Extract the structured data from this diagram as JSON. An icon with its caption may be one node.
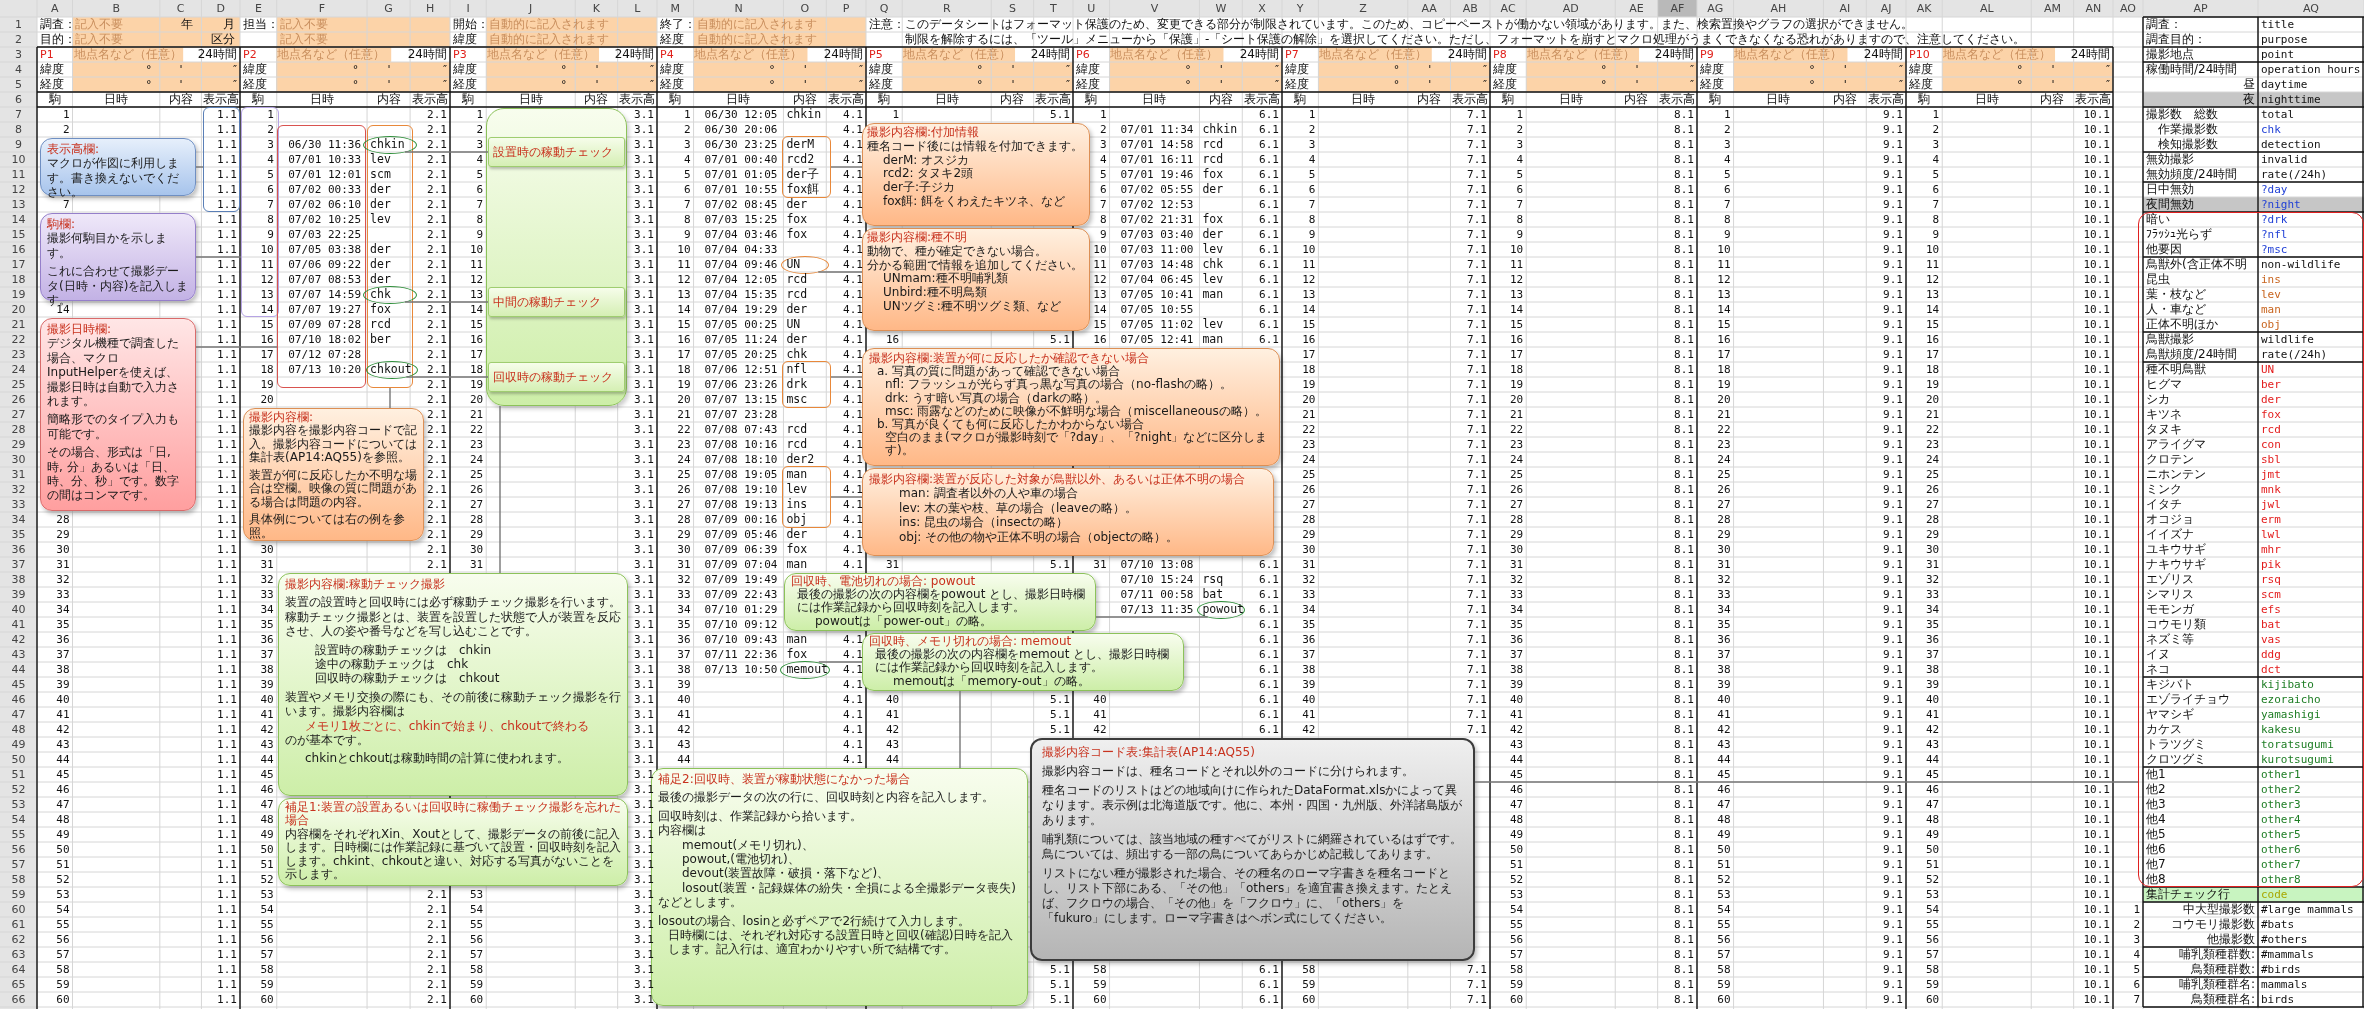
{
  "diagram": {
    "nodes": [
      {
        "text": [
          "表示高欄:",
          "マクロが作図に利用します。書き換えないでください。"
        ]
      },
      {
        "text": [],
        "shape": "box"
      },
      {
        "text": [
          "駒欄:",
          "撮影何駒目かを示します。",
          "これに合わせて撮影データ(日時・内容)を記入します。"
        ]
      },
      {
        "text": [],
        "shape": "box"
      },
      {
        "text": [
          "撮影日時欄:",
          "デジタル機種で調査した場合、マクロInputHelperを使えば、撮影日時は自動で入力されます。",
          "簡略形でのタイプ入力も可能です。",
          "その場合、形式は「日, 時, 分」あるいは「日、時、分、秒」です。数字の間はコンマです。"
        ]
      },
      {
        "text": [],
        "shape": "box"
      },
      {
        "text": [
          "撮影内容欄:",
          "撮影内容を撮影内容コードで記入。撮影内容コードについては集計表(AP14:AQ55)を参照。",
          "装置が何に反応したか不明な場合は空欄。映像の質に問題がある場合は問題の内容。",
          "具体例については右の例を参照。"
        ]
      },
      {
        "text": [],
        "shape": "box"
      },
      {
        "text": [],
        "shape": "circle"
      },
      {
        "text": [],
        "shape": "circle"
      },
      {
        "text": [],
        "shape": "circle"
      },
      {
        "text": [],
        "shape": "box"
      },
      {
        "text": [
          "設置時の稼動チェック"
        ],
        "in": 11
      },
      {
        "text": [
          "中間の稼動チェック"
        ],
        "in": 11
      },
      {
        "text": [
          "回収時の稼動チェック"
        ],
        "in": 11
      },
      {
        "text": [
          "撮影内容欄:稼動チェック撮影",
          "装置の設置時と回収時には必ず稼動チェック撮影を行います。稼動チェック撮影とは、装置を設置した状態で人が装置を反応させ、人の姿や番号などを写し込むことです。",
          "設置時の稼動チェックは　chkin",
          "途中の稼動チェックは　chk",
          "回収時の稼動チェックは　chkout",
          "装置やメモリ交換の際にも、その前後に稼動チェック撮影を行います。撮影内容欄は",
          "メモリ1枚ごとに、chkinで始まり、chkoutで終わる",
          "のが基本です。",
          "chkinとchkoutは稼動時間の計算に使われます。"
        ]
      },
      {
        "text": [
          "補足1:装置の設置あるいは回収時に稼働チェック撮影を忘れた場合",
          "内容欄をそれぞれXin、Xoutとして、撮影データの前後に記入します。日時欄には作業記録に基づいて設置・回収時刻を記入します。chkint、chkoutと違い、対応する写真がないことを示します。"
        ]
      },
      {
        "text": [],
        "shape": "box"
      },
      {
        "text": [],
        "shape": "circle"
      },
      {
        "text": [],
        "shape": "box"
      },
      {
        "text": [],
        "shape": "box"
      },
      {
        "text": [
          "撮影内容欄:付加情報",
          "種名コード後には情報を付加できます。",
          "derM: オスジカ",
          "rcd2: タヌキ2頭",
          "der子:子ジカ",
          "fox餌: 餌をくわえたキツネ、など"
        ]
      },
      {
        "text": [
          "撮影内容欄:種不明",
          "動物で、種が確定できない場合。",
          "分かる範囲で情報を追加してください。",
          "UNmam:種不明哺乳類",
          "Unbird:種不明鳥類",
          "UNツグミ:種不明ツグミ類、など"
        ]
      },
      {
        "text": [
          "撮影内容欄:装置が何に反応したか確認できない場合",
          "a. 写真の質に問題があって確認できない場合",
          "nfl: フラッシュが光らず真っ黒な写真の場合（no-flashの略）。",
          "drk: うす暗い写真の場合（darkの略）。",
          "msc: 雨露などのために映像が不鮮明な場合（miscellaneousの略）。",
          "b. 写真が良くても何に反応したかわからない場合",
          "空白のまま(マクロが撮影時刻で「?day」、「?night」などに区分します)。"
        ]
      },
      {
        "text": [
          "撮影内容欄:装置が反応した対象が鳥獣以外、あるいは正体不明の場合",
          "man: 調査者以外の人や車の場合",
          "lev: 木の葉や枝、草の場合（leaveの略）。",
          "ins: 昆虫の場合（insectの略）",
          "obj: その他の物や正体不明の場合（objectの略）。"
        ]
      },
      {
        "text": [
          "回収時、電池切れの場合: powout",
          "最後の撮影の次の内容欄をpowout とし、撮影日時欄には作業記録から回収時刻を記入します。",
          "powoutは「power-out」の略。"
        ]
      },
      {
        "text": [],
        "shape": "circle"
      },
      {
        "text": [
          "回収時、メモリ切れの場合: memout",
          "最後の撮影の次の内容欄をmemout とし、撮影日時欄には作業記録から回収時刻を記入します。",
          "memoutは「memory-out」の略。"
        ]
      },
      {
        "text": [],
        "shape": "circle"
      },
      {
        "text": [
          "補足2:回収時、装置が稼動状態になかった場合",
          "最後の撮影データの次の行に、回収時刻と内容を記入します。",
          "回収時刻は、作業記録から拾います。",
          "内容欄は",
          "memout(メモリ切れ)、",
          "powout,(電池切れ)、",
          "devout(装置故障・破損・落下など)、",
          "losout(装置・記録媒体の紛失・全損による全撮影データ喪失)",
          "などとします。",
          "losoutの場合、losinと必ずペアで2行続けて入力します。",
          "日時欄には、それぞれ対応する設置日時と回収(確認)日時を記入します。記入行は、適宜わかりやすい所で結構です。"
        ]
      },
      {
        "text": [
          "撮影内容コード表:集計表(AP14:AQ55)",
          "撮影内容コードは、種名コードとそれ以外のコードに分けられます。",
          "種名コードのリストはどの地域向けに作られたDataFormat.xlsかによって異なります。表示例は北海道版です。他に、本州・四国・九州版、外洋諸島版があります。",
          "哺乳類については、該当地域の種すべてがリストに網羅されているはずです。鳥については、頻出する一部の鳥についてあらかじめ記載してあります。",
          "リストにない種が撮影された場合、その種名のローマ字書きを種名コードとし、リスト下部にある、「その他」「others」を適宜書き換えます。たとえば、フクロウの場合、「その他」を「フクロウ」に、「others」を「fukuro」にします。ローマ字書きはヘボン式にしてください。"
        ]
      },
      {
        "text": [],
        "shape": "box"
      }
    ],
    "edges": [
      {
        "from": 0,
        "to": 1,
        "arrow": "none"
      },
      {
        "from": 2,
        "to": 3,
        "arrow": "none"
      },
      {
        "from": 4,
        "to": 5,
        "arrow": "none"
      },
      {
        "from": 6,
        "to": 7,
        "arrow": "none"
      },
      {
        "from": 8,
        "to": 12,
        "arrow": "none"
      },
      {
        "from": 9,
        "to": 13,
        "arrow": "none"
      },
      {
        "from": 10,
        "to": 14,
        "arrow": "none"
      },
      {
        "from": 11,
        "to": 15,
        "arrow": "none"
      },
      {
        "from": 21,
        "to": 17,
        "arrow": "none"
      },
      {
        "from": 22,
        "to": 18,
        "arrow": "none"
      },
      {
        "from": 23,
        "to": 19,
        "arrow": "none"
      },
      {
        "from": 24,
        "to": 20,
        "arrow": "none"
      },
      {
        "from": 25,
        "to": 26,
        "arrow": "none"
      },
      {
        "from": 27,
        "to": 28,
        "arrow": "none"
      },
      {
        "from": 29,
        "to": 27,
        "arrow": "none"
      },
      {
        "from": 30,
        "to": 31,
        "arrow": "none"
      }
    ],
    "labels": [
      "A",
      "B",
      "C",
      "D",
      "E",
      "F",
      "G",
      "H",
      "I",
      "J",
      "K",
      "L",
      "M",
      "N",
      "O",
      "P",
      "Q",
      "R",
      "S",
      "T",
      "U",
      "V",
      "W",
      "X",
      "Y",
      "Z",
      "AA",
      "AB",
      "AC",
      "AD",
      "AE",
      "AF",
      "AG",
      "AH",
      "AI",
      "AJ",
      "AK",
      "AL",
      "AM",
      "AN",
      "AO",
      "AP",
      "AQ",
      "1",
      "調査：",
      "記入不要",
      "年",
      "月",
      "担当：",
      "記入不要",
      "開始：",
      "自動的に記入されます",
      "終了：",
      "自動的に記入されます",
      "注意：",
      "このデータシートはフォーマット保護のため、変更できる部分が制限されています。このため、コピーペーストが働かない領域があります。また、検索置換やグラフの選択ができません。",
      "調査：",
      "title",
      "2",
      "目的：",
      "記入不要",
      "区分",
      "記入不要",
      "緯度",
      "自動的に記入されます",
      "経度",
      "自動的に記入されます",
      "制限を解除するには、「ツール」メニューから「保護」-「シート保護の解除」を選択してください。ただし、フォーマットを崩すとマクロ処理がうまくできなくなる恐れがありますので、注意してください。",
      "調査目的：",
      "purpose",
      "3",
      "P1",
      "地点名など（任意）",
      "24時間",
      "P2",
      "地点名など（任意）",
      "24時間",
      "P3",
      "地点名など（任意）",
      "24時間",
      "P4",
      "地点名など（任意）",
      "24時間",
      "P5",
      "地点名など（任意）",
      "24時間",
      "P6",
      "地点名など（任意）",
      "24時間",
      "P7",
      "地点名など（任意）",
      "24時間",
      "P8",
      "地点名など（任意）",
      "24時間",
      "P9",
      "地点名など（任意）",
      "24時間",
      "P10",
      "地点名など（任意）",
      "24時間",
      "撮影地点",
      "point",
      "4",
      "緯度",
      "°",
      "'",
      "″",
      "緯度",
      "°",
      "'",
      "″",
      "緯度",
      "°",
      "'",
      "″",
      "緯度",
      "°",
      "'",
      "″",
      "緯度",
      "°",
      "'",
      "″",
      "緯度",
      "°",
      "'",
      "″",
      "緯度",
      "°",
      "'",
      "″",
      "緯度",
      "°",
      "'",
      "″",
      "緯度",
      "°",
      "'",
      "″",
      "緯度",
      "°",
      "'",
      "″",
      "稼働時間/24時間",
      "operation hours",
      "5",
      "経度",
      "°",
      "'",
      "″",
      "経度",
      "°",
      "'",
      "″",
      "経度",
      "°",
      "'",
      "″",
      "経度",
      "°",
      "'",
      "″",
      "経度",
      "°",
      "'",
      "″",
      "経度",
      "°",
      "'",
      "″",
      "経度",
      "°",
      "'",
      "″",
      "経度",
      "°",
      "'",
      "″",
      "経度",
      "°",
      "'",
      "″",
      "経度",
      "°",
      "'",
      "″",
      "昼",
      "daytime",
      "6",
      "駒",
      "日時",
      "内容",
      "表示高",
      "駒",
      "日時",
      "内容",
      "表示高",
      "駒",
      "日時",
      "内容",
      "表示高",
      "駒",
      "日時",
      "内容",
      "表示高",
      "駒",
      "日時",
      "内容",
      "表示高",
      "駒",
      "日時",
      "内容",
      "表示高",
      "駒",
      "日時",
      "内容",
      "表示高",
      "駒",
      "日時",
      "内容",
      "表示高",
      "駒",
      "日時",
      "内容",
      "表示高",
      "駒",
      "日時",
      "内容",
      "表示高",
      "夜",
      "nighttime",
      "7",
      "1",
      "1.1",
      "1",
      "2.1",
      "1",
      "3.1",
      "1",
      "06/30 12:05",
      "chkin",
      "4.1",
      "1",
      "5.1",
      "1",
      "6.1",
      "1",
      "7.1",
      "1",
      "8.1",
      "1",
      "9.1",
      "1",
      "10.1",
      "撮影数　総数",
      "total",
      "8",
      "2",
      "1.1",
      "2",
      "2.1",
      "2",
      "3.1",
      "2",
      "06/30 20:06",
      "4.1",
      "2",
      "07/01 11:34",
      "chkin",
      "6.1",
      "2",
      "7.1",
      "2",
      "8.1",
      "2",
      "9.1",
      "2",
      "10.1",
      "作業撮影数",
      "chk",
      "9",
      "1.1",
      "3",
      "06/30 11:36",
      "chkin",
      "2.1",
      "3",
      "3.1",
      "3",
      "06/30 23:25",
      "derM",
      "4.1",
      "3",
      "07/01 14:58",
      "rcd",
      "6.1",
      "3",
      "7.1",
      "3",
      "8.1",
      "3",
      "9.1",
      "3",
      "10.1",
      "検知撮影数",
      "detection",
      "10",
      "1.1",
      "4",
      "07/01 10:33",
      "lev",
      "2.1",
      "4",
      "3.1",
      "4",
      "07/01 00:40",
      "rcd2",
      "4.1",
      "4",
      "07/01 16:11",
      "rcd",
      "6.1",
      "4",
      "7.1",
      "4",
      "8.1",
      "4",
      "9.1",
      "4",
      "10.1",
      "無効撮影",
      "invalid",
      "11",
      "1.1",
      "5",
      "07/01 12:01",
      "scm",
      "2.1",
      "5",
      "3.1",
      "5",
      "07/01 01:05",
      "der子",
      "4.1",
      "5",
      "07/01 19:46",
      "fox",
      "6.1",
      "5",
      "7.1",
      "5",
      "8.1",
      "5",
      "9.1",
      "5",
      "10.1",
      "無効頻度/24時間",
      "rate(/24h)",
      "12",
      "1.1",
      "6",
      "07/02 00:33",
      "der",
      "2.1",
      "6",
      "3.1",
      "6",
      "07/01 10:55",
      "fox餌",
      "4.1",
      "6",
      "07/02 05:55",
      "der",
      "6.1",
      "6",
      "7.1",
      "6",
      "8.1",
      "6",
      "9.1",
      "6",
      "10.1",
      "日中無効",
      "?day",
      "13",
      "7",
      "1.1",
      "7",
      "07/02 06:10",
      "der",
      "2.1",
      "7",
      "3.1",
      "7",
      "07/02 08:45",
      "der",
      "4.1",
      "7",
      "07/02 12:53",
      "6.1",
      "7",
      "7.1",
      "7",
      "8.1",
      "7",
      "9.1",
      "7",
      "10.1",
      "夜間無効",
      "?night",
      "14",
      "1.1",
      "8",
      "07/02 10:25",
      "lev",
      "2.1",
      "8",
      "3.1",
      "8",
      "07/03 15:25",
      "fox",
      "4.1",
      "8",
      "07/02 21:31",
      "fox",
      "6.1",
      "8",
      "7.1",
      "8",
      "8.1",
      "8",
      "9.1",
      "8",
      "10.1",
      "暗い",
      "?drk",
      "15",
      "1.1",
      "9",
      "07/03 22:25",
      "2.1",
      "9",
      "3.1",
      "9",
      "07/04 03:46",
      "fox",
      "4.1",
      "9",
      "07/03 03:40",
      "der",
      "6.1",
      "9",
      "7.1",
      "9",
      "8.1",
      "9",
      "9.1",
      "9",
      "10.1",
      "ﾌﾗｯｼｭ光らず",
      "?nfl",
      "16",
      "1.1",
      "10",
      "07/05 03:38",
      "der",
      "2.1",
      "10",
      "3.1",
      "10",
      "07/04 04:33",
      "4.1",
      "10",
      "07/03 11:00",
      "lev",
      "6.1",
      "10",
      "7.1",
      "10",
      "8.1",
      "10",
      "9.1",
      "10",
      "10.1",
      "他要因",
      "?msc",
      "17",
      "1.1",
      "11",
      "07/06 09:22",
      "der",
      "2.1",
      "11",
      "3.1",
      "11",
      "07/04 09:46",
      "UN",
      "4.1",
      "11",
      "07/03 14:48",
      "chk",
      "6.1",
      "11",
      "7.1",
      "11",
      "8.1",
      "11",
      "9.1",
      "11",
      "10.1",
      "鳥獣外(含正体不明",
      "non-wildlife",
      "18",
      "1.1",
      "12",
      "07/07 08:53",
      "der",
      "2.1",
      "12",
      "3.1",
      "12",
      "07/04 12:05",
      "rcd",
      "4.1",
      "12",
      "07/04 06:45",
      "lev",
      "6.1",
      "12",
      "7.1",
      "12",
      "8.1",
      "12",
      "9.1",
      "12",
      "10.1",
      "昆虫",
      "ins",
      "19",
      "1.1",
      "13",
      "07/07 14:59",
      "chk",
      "2.1",
      "13",
      "3.1",
      "13",
      "07/04 15:35",
      "rcd",
      "4.1",
      "13",
      "07/05 10:41",
      "man",
      "6.1",
      "13",
      "7.1",
      "13",
      "8.1",
      "13",
      "9.1",
      "13",
      "10.1",
      "葉・枝など",
      "lev",
      "20",
      "14",
      "1.1",
      "14",
      "07/07 19:27",
      "fox",
      "2.1",
      "14",
      "3.1",
      "14",
      "07/04 19:29",
      "der",
      "4.1",
      "14",
      "07/05 10:55",
      "6.1",
      "14",
      "7.1",
      "14",
      "8.1",
      "14",
      "9.1",
      "14",
      "10.1",
      "人・車など",
      "man",
      "21",
      "1.1",
      "15",
      "07/09 07:28",
      "rcd",
      "2.1",
      "15",
      "3.1",
      "15",
      "07/05 00:25",
      "UN",
      "4.1",
      "15",
      "07/05 11:02",
      "lev",
      "6.1",
      "15",
      "7.1",
      "15",
      "8.1",
      "15",
      "9.1",
      "15",
      "10.1",
      "正体不明ほか",
      "obj",
      "22",
      "1.1",
      "16",
      "07/10 18:02",
      "ber",
      "2.1",
      "16",
      "3.1",
      "16",
      "07/05 11:24",
      "der",
      "4.1",
      "16",
      "5.1",
      "16",
      "07/05 12:41",
      "man",
      "6.1",
      "16",
      "7.1",
      "16",
      "8.1",
      "16",
      "9.1",
      "16",
      "10.1",
      "鳥獣撮影",
      "wildlife",
      "23",
      "1.1",
      "17",
      "07/12 07:28",
      "2.1",
      "17",
      "3.1",
      "17",
      "07/05 20:25",
      "chk",
      "4.1",
      "17",
      "7.1",
      "17",
      "8.1",
      "17",
      "9.1",
      "17",
      "10.1",
      "鳥獣頻度/24時間",
      "rate(/24h)",
      "24",
      "1.1",
      "18",
      "07/13 10:20",
      "chkout",
      "2.1",
      "18",
      "3.1",
      "18",
      "07/06 12:51",
      "nfl",
      "4.1",
      "18",
      "7.1",
      "18",
      "8.1",
      "18",
      "9.1",
      "18",
      "10.1",
      "種不明鳥獣",
      "UN",
      "25",
      "1.1",
      "19",
      "2.1",
      "19",
      "3.1",
      "19",
      "07/06 23:26",
      "drk",
      "4.1",
      "19",
      "7.1",
      "19",
      "8.1",
      "19",
      "9.1",
      "19",
      "10.1",
      "ヒグマ",
      "ber",
      "26",
      "1.1",
      "20",
      "2.1",
      "20",
      "3.1",
      "20",
      "07/07 13:15",
      "msc",
      "4.1",
      "20",
      "7.1",
      "20",
      "8.1",
      "20",
      "9.1",
      "20",
      "10.1",
      "シカ",
      "der",
      "27",
      "1.1",
      "2.1",
      "21",
      "3.1",
      "21",
      "07/07 23:28",
      "4.1",
      "21",
      "7.1",
      "21",
      "8.1",
      "21",
      "9.1",
      "21",
      "10.1",
      "キツネ",
      "fox",
      "28",
      "1.1",
      "2.1",
      "22",
      "3.1",
      "22",
      "07/08 07:43",
      "rcd",
      "4.1",
      "22",
      "7.1",
      "22",
      "8.1",
      "22",
      "9.1",
      "22",
      "10.1",
      "タヌキ",
      "rcd",
      "29",
      "1.1",
      "2.1",
      "23",
      "3.1",
      "23",
      "07/08 10:16",
      "rcd",
      "4.1",
      "23",
      "7.1",
      "23",
      "8.1",
      "23",
      "9.1",
      "23",
      "10.1",
      "アライグマ",
      "con",
      "30",
      "1.1",
      "2.1",
      "24",
      "3.1",
      "24",
      "07/08 18:10",
      "der2",
      "4.1",
      "24",
      "7.1",
      "24",
      "8.1",
      "24",
      "9.1",
      "24",
      "10.1",
      "クロテン",
      "sbl",
      "31",
      "1.1",
      "2.1",
      "25",
      "3.1",
      "25",
      "07/08 19:05",
      "man",
      "4.1",
      "25",
      "7.1",
      "25",
      "8.1",
      "25",
      "9.1",
      "25",
      "10.1",
      "ニホンテン",
      "jmt",
      "32",
      "1.1",
      "2.1",
      "26",
      "3.1",
      "26",
      "07/08 19:10",
      "lev",
      "4.1",
      "26",
      "7.1",
      "26",
      "8.1",
      "26",
      "9.1",
      "26",
      "10.1",
      "ミンク",
      "mnk",
      "33",
      "1.1",
      "2.1",
      "27",
      "3.1",
      "27",
      "07/08 19:13",
      "ins",
      "4.1",
      "27",
      "7.1",
      "27",
      "8.1",
      "27",
      "9.1",
      "27",
      "10.1",
      "イタチ",
      "jwl",
      "34",
      "28",
      "1.1",
      "2.1",
      "28",
      "3.1",
      "28",
      "07/09 00:16",
      "obj",
      "4.1",
      "28",
      "7.1",
      "28",
      "8.1",
      "28",
      "9.1",
      "28",
      "10.1",
      "オコジョ",
      "erm",
      "35",
      "29",
      "1.1",
      "2.1",
      "29",
      "3.1",
      "29",
      "07/09 05:46",
      "der",
      "4.1",
      "29",
      "7.1",
      "29",
      "8.1",
      "29",
      "9.1",
      "29",
      "10.1",
      "イイズナ",
      "lwl",
      "36",
      "30",
      "1.1",
      "30",
      "2.1",
      "30",
      "3.1",
      "30",
      "07/09 06:39",
      "fox",
      "4.1",
      "30",
      "7.1",
      "30",
      "8.1",
      "30",
      "9.1",
      "30",
      "10.1",
      "ユキウサギ",
      "mhr",
      "37",
      "31",
      "1.1",
      "31",
      "2.1",
      "31",
      "3.1",
      "31",
      "07/09 07:04",
      "man",
      "4.1",
      "31",
      "5.1",
      "31",
      "07/10 13:08",
      "6.1",
      "31",
      "7.1",
      "31",
      "8.1",
      "31",
      "9.1",
      "31",
      "10.1",
      "ナキウサギ",
      "pik",
      "38",
      "32",
      "1.1",
      "32",
      "3.1",
      "32",
      "07/09 19:49",
      "07/10 15:24",
      "rsq",
      "6.1",
      "32",
      "7.1",
      "32",
      "8.1",
      "32",
      "9.1",
      "32",
      "10.1",
      "エゾリス",
      "rsq",
      "39",
      "33",
      "1.1",
      "33",
      "3.1",
      "33",
      "07/09 22:43",
      "07/11 00:58",
      "bat",
      "6.1",
      "33",
      "7.1",
      "33",
      "8.1",
      "33",
      "9.1",
      "33",
      "10.1",
      "シマリス",
      "scm",
      "40",
      "34",
      "1.1",
      "34",
      "3.1",
      "34",
      "07/10 01:29",
      "07/13 11:35",
      "powout",
      "6.1",
      "34",
      "7.1",
      "34",
      "8.1",
      "34",
      "9.1",
      "34",
      "10.1",
      "モモンガ",
      "efs",
      "41",
      "35",
      "1.1",
      "35",
      "3.1",
      "35",
      "07/10 09:12",
      "6.1",
      "35",
      "7.1",
      "35",
      "8.1",
      "35",
      "9.1",
      "35",
      "10.1",
      "コウモリ類",
      "bat",
      "42",
      "36",
      "1.1",
      "36",
      "3.1",
      "36",
      "07/10 09:43",
      "man",
      "4.1",
      "6.1",
      "36",
      "7.1",
      "36",
      "8.1",
      "36",
      "9.1",
      "36",
      "10.1",
      "ネズミ等",
      "vas",
      "43",
      "37",
      "1.1",
      "37",
      "3.1",
      "37",
      "07/11 22:36",
      "fox",
      "4.1",
      "6.1",
      "37",
      "7.1",
      "37",
      "8.1",
      "37",
      "9.1",
      "37",
      "10.1",
      "イヌ",
      "ddg",
      "44",
      "38",
      "1.1",
      "38",
      "3.1",
      "38",
      "07/13 10:50",
      "memout",
      "4.1",
      "6.1",
      "38",
      "7.1",
      "38",
      "8.1",
      "38",
      "9.1",
      "38",
      "10.1",
      "ネコ",
      "dct",
      "45",
      "39",
      "1.1",
      "39",
      "3.1",
      "39",
      "4.1",
      "6.1",
      "39",
      "7.1",
      "39",
      "8.1",
      "39",
      "9.1",
      "39",
      "10.1",
      "キジバト",
      "kijibato",
      "46",
      "40",
      "1.1",
      "40",
      "3.1",
      "40",
      "4.1",
      "40",
      "5.1",
      "40",
      "6.1",
      "40",
      "7.1",
      "40",
      "8.1",
      "40",
      "9.1",
      "40",
      "10.1",
      "エゾライチョウ",
      "ezoraicho",
      "47",
      "41",
      "1.1",
      "41",
      "3.1",
      "41",
      "4.1",
      "41",
      "5.1",
      "41",
      "6.1",
      "41",
      "7.1",
      "41",
      "8.1",
      "41",
      "9.1",
      "41",
      "10.1",
      "ヤマシギ",
      "yamashigi",
      "48",
      "42",
      "1.1",
      "42",
      "3.1",
      "42",
      "4.1",
      "42",
      "5.1",
      "42",
      "6.1",
      "42",
      "7.1",
      "42",
      "8.1",
      "42",
      "9.1",
      "42",
      "10.1",
      "カケス",
      "kakesu",
      "49",
      "43",
      "1.1",
      "43",
      "3.1",
      "43",
      "4.1",
      "43",
      "43",
      "8.1",
      "43",
      "9.1",
      "43",
      "10.1",
      "トラツグミ",
      "toratsugumi",
      "50",
      "44",
      "1.1",
      "44",
      "3.1",
      "44",
      "4.1",
      "44",
      "44",
      "8.1",
      "44",
      "9.1",
      "44",
      "10.1",
      "クロツグミ",
      "kurotsugumi",
      "51",
      "45",
      "1.1",
      "45",
      "3.1",
      "45",
      "8.1",
      "45",
      "9.1",
      "45",
      "10.1",
      "他1",
      "other1",
      "52",
      "46",
      "1.1",
      "46",
      "3.1",
      "46",
      "8.1",
      "46",
      "9.1",
      "46",
      "10.1",
      "他2",
      "other2",
      "53",
      "47",
      "1.1",
      "47",
      "3.1",
      "47",
      "8.1",
      "47",
      "9.1",
      "47",
      "10.1",
      "他3",
      "other3",
      "54",
      "48",
      "1.1",
      "48",
      "3.1",
      "48",
      "8.1",
      "48",
      "9.1",
      "48",
      "10.1",
      "他4",
      "other4",
      "55",
      "49",
      "1.1",
      "49",
      "3.1",
      "49",
      "8.1",
      "49",
      "9.1",
      "49",
      "10.1",
      "他5",
      "other5",
      "56",
      "50",
      "1.1",
      "50",
      "3.1",
      "50",
      "8.1",
      "50",
      "9.1",
      "50",
      "10.1",
      "他6",
      "other6",
      "57",
      "51",
      "1.1",
      "51",
      "3.1",
      "51",
      "8.1",
      "51",
      "9.1",
      "51",
      "10.1",
      "他7",
      "other7",
      "58",
      "52",
      "1.1",
      "52",
      "3.1",
      "52",
      "8.1",
      "52",
      "9.1",
      "52",
      "10.1",
      "他8",
      "other8",
      "59",
      "53",
      "1.1",
      "53",
      "2.1",
      "53",
      "3.1",
      "53",
      "8.1",
      "53",
      "9.1",
      "53",
      "10.1",
      "集計チェック行",
      "code",
      "60",
      "54",
      "1.1",
      "54",
      "2.1",
      "54",
      "3.1",
      "54",
      "8.1",
      "54",
      "9.1",
      "54",
      "10.1",
      "1",
      "中大型撮影数",
      "#large mammals",
      "61",
      "55",
      "1.1",
      "55",
      "2.1",
      "55",
      "3.1",
      "55",
      "8.1",
      "55",
      "9.1",
      "55",
      "10.1",
      "2",
      "コウモリ撮影数",
      "#bats",
      "62",
      "56",
      "1.1",
      "56",
      "2.1",
      "56",
      "3.1",
      "56",
      "8.1",
      "56",
      "9.1",
      "56",
      "10.1",
      "3",
      "他撮影数",
      "#others",
      "63",
      "57",
      "1.1",
      "57",
      "2.1",
      "57",
      "3.1",
      "57",
      "8.1",
      "57",
      "9.1",
      "57",
      "10.1",
      "4",
      "哺乳類種群数:",
      "#mammals",
      "64",
      "58",
      "1.1",
      "58",
      "2.1",
      "58",
      "3.1",
      "5.1",
      "58",
      "6.1",
      "58",
      "7.1",
      "58",
      "8.1",
      "58",
      "9.1",
      "58",
      "10.1",
      "5",
      "鳥類種群数:",
      "#birds",
      "65",
      "59",
      "1.1",
      "59",
      "2.1",
      "59",
      "3.1",
      "5.1",
      "59",
      "6.1",
      "59",
      "7.1",
      "59",
      "8.1",
      "59",
      "9.1",
      "59",
      "10.1",
      "6",
      "哺乳類種群名:",
      "mammals",
      "66",
      "60",
      "1.1",
      "60",
      "2.1",
      "60",
      "3.1",
      "5.1",
      "60",
      "6.1",
      "60",
      "7.1",
      "60",
      "8.1",
      "60",
      "9.1",
      "60",
      "10.1",
      "7",
      "鳥類種群名:",
      "birds"
    ]
  }
}
